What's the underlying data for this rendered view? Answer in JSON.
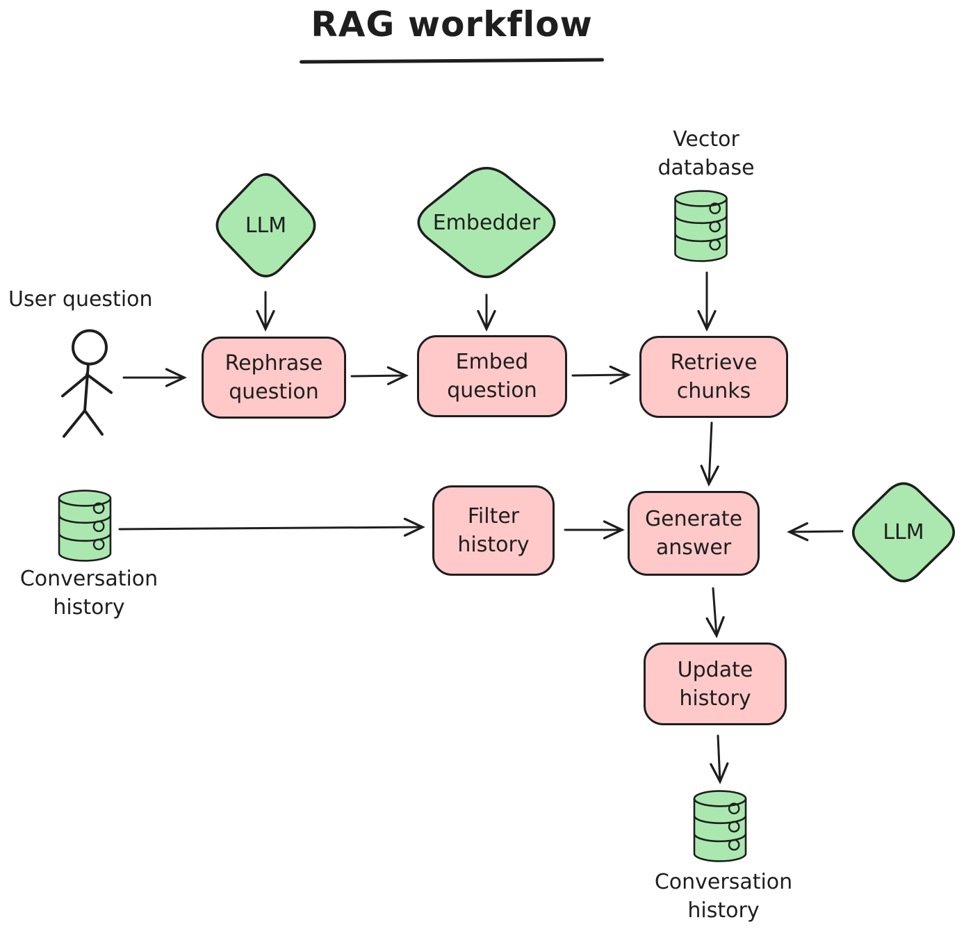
{
  "title": "RAG workflow",
  "labels": {
    "user_question": "User question",
    "vector_database": {
      "line1": "Vector",
      "line2": "database"
    },
    "conversation_history_left": {
      "line1": "Conversation",
      "line2": "history"
    },
    "conversation_history_bottom": {
      "line1": "Conversation",
      "line2": "history"
    }
  },
  "nodes": {
    "llm_top": "LLM",
    "embedder": "Embedder",
    "llm_right": "LLM",
    "rephrase_question": {
      "line1": "Rephrase",
      "line2": "question"
    },
    "embed_question": {
      "line1": "Embed",
      "line2": "question"
    },
    "retrieve_chunks": {
      "line1": "Retrieve",
      "line2": "chunks"
    },
    "filter_history": {
      "line1": "Filter",
      "line2": "history"
    },
    "generate_answer": {
      "line1": "Generate",
      "line2": "answer"
    },
    "update_history": {
      "line1": "Update",
      "line2": "history"
    }
  },
  "colors": {
    "shape_green": "#abe8af",
    "shape_pink": "#ffc9c9",
    "stroke": "#1e1e1e",
    "background": "#ffffff"
  }
}
